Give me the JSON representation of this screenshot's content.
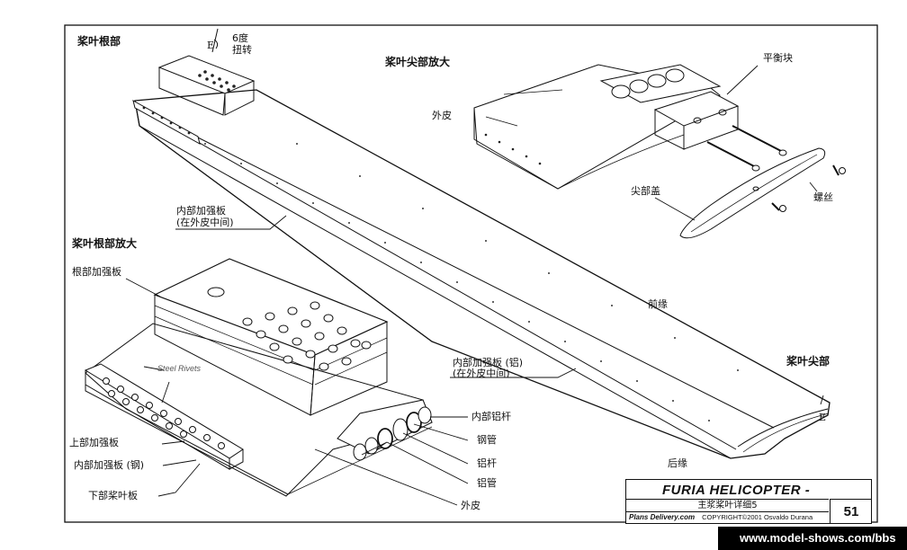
{
  "labels": {
    "root_title": "桨叶根部",
    "twist_deg": "6度",
    "twist": "扭转",
    "tip_enlarge_title": "桨叶尖部放大",
    "balance_weight": "平衡块",
    "skin_top": "外皮",
    "tip_cap": "尖部盖",
    "screw": "螺丝",
    "inner_plate": "内部加强板",
    "inner_plate_note": "(在外皮中间)",
    "root_enlarge_title": "桨叶根部放大",
    "root_plate": "根部加强板",
    "leading_edge": "前缘",
    "inner_plate_al": "内部加强板 (铝)",
    "inner_plate_al_note": "(在外皮中间)",
    "tip_title": "桨叶尖部",
    "steel_rivets": "Steel Rivets",
    "inner_al_rod": "内部铝杆",
    "steel_tube": "钢管",
    "upper_plate": "上部加强板",
    "al_rod": "铝杆",
    "inner_plate_steel": "内部加强板 (钢)",
    "al_tube": "铝管",
    "lower_blade_plate": "下部桨叶板",
    "trailing_edge": "后缘",
    "skin_bottom": "外皮",
    "axis_mark": "E"
  },
  "title_block": {
    "main": "FURIA HELICOPTER -",
    "subtitle": "主浆桨叶详细5",
    "publisher": "Plans Delivery.com",
    "copyright": "COPYRIGHT©2001 Osvaldo Durana",
    "page": "51"
  },
  "watermark": "www.model-shows.com/bbs"
}
